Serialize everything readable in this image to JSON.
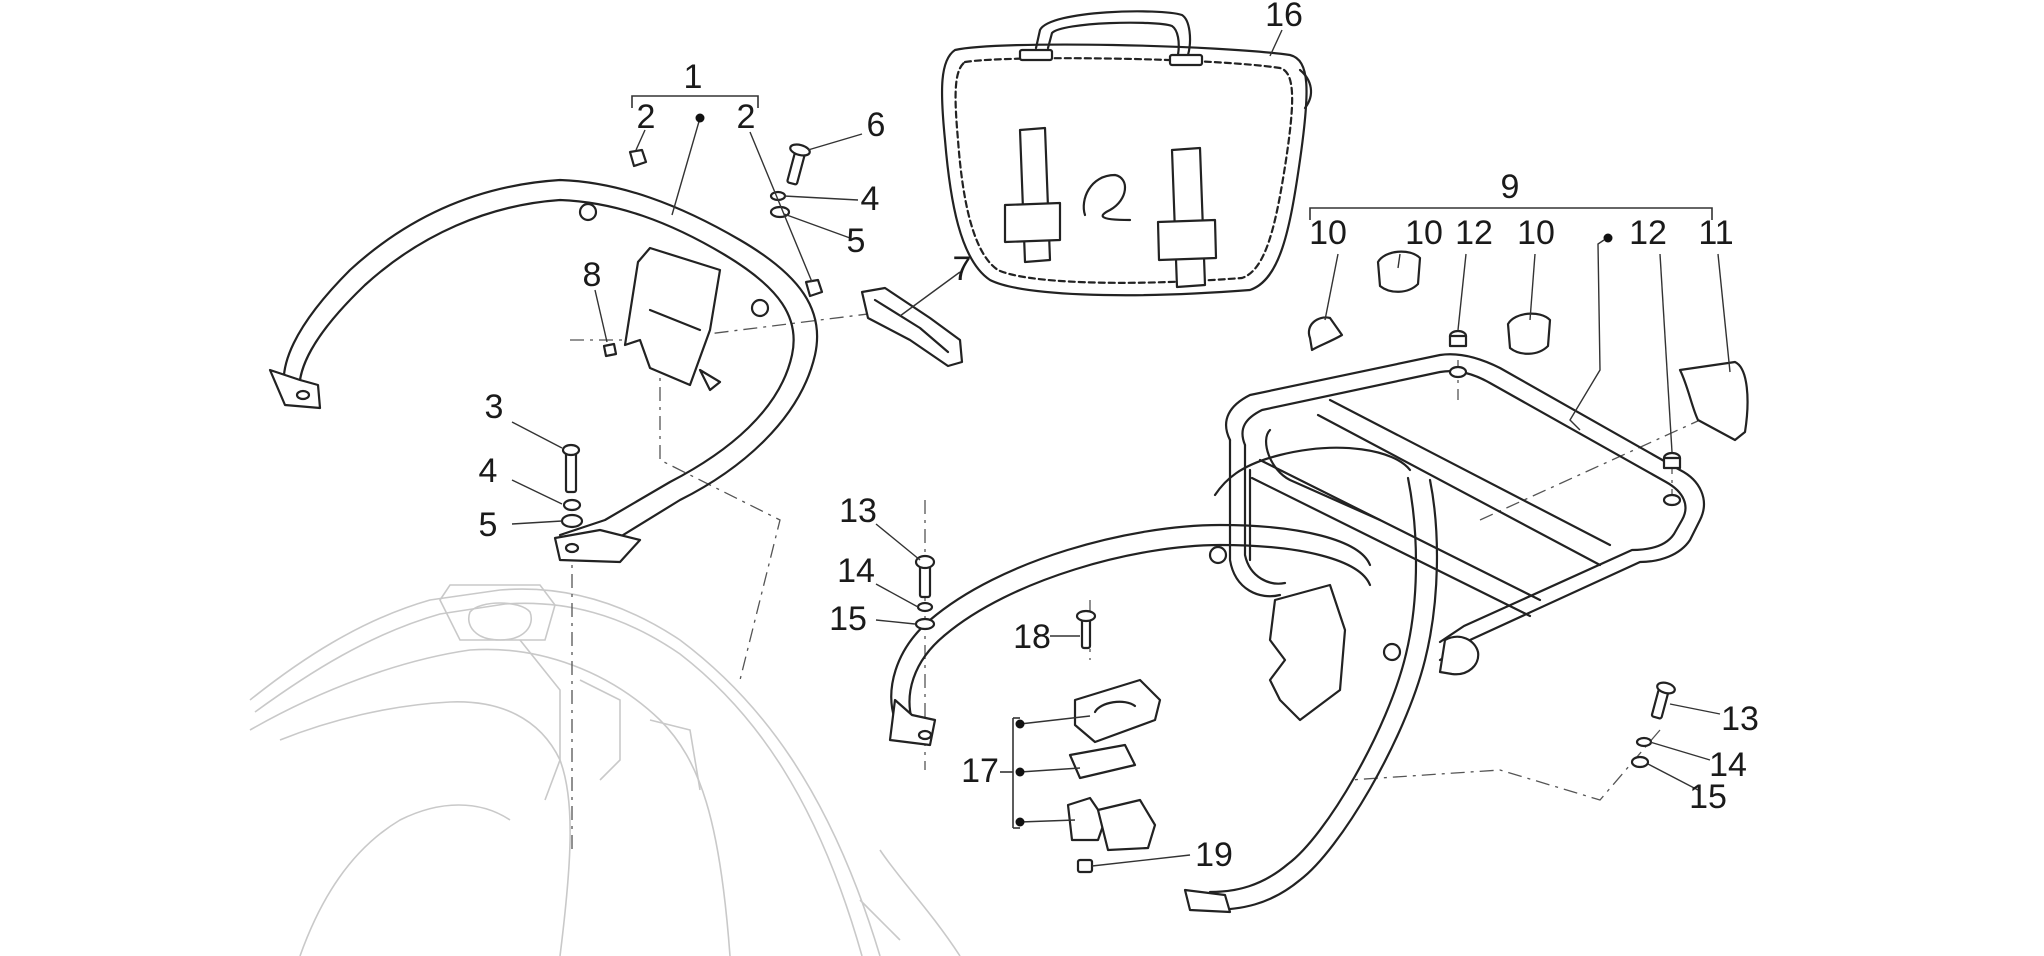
{
  "diagram": {
    "callouts": [
      {
        "id": "c1",
        "label": "1"
      },
      {
        "id": "c2a",
        "label": "2"
      },
      {
        "id": "c2b",
        "label": "2"
      },
      {
        "id": "c3",
        "label": "3"
      },
      {
        "id": "c4a",
        "label": "4"
      },
      {
        "id": "c4b",
        "label": "4"
      },
      {
        "id": "c5a",
        "label": "5"
      },
      {
        "id": "c5b",
        "label": "5"
      },
      {
        "id": "c6",
        "label": "6"
      },
      {
        "id": "c7",
        "label": "7"
      },
      {
        "id": "c8",
        "label": "8"
      },
      {
        "id": "c9",
        "label": "9"
      },
      {
        "id": "c10a",
        "label": "10"
      },
      {
        "id": "c10b",
        "label": "10"
      },
      {
        "id": "c10c",
        "label": "10"
      },
      {
        "id": "c11",
        "label": "11"
      },
      {
        "id": "c12a",
        "label": "12"
      },
      {
        "id": "c12b",
        "label": "12"
      },
      {
        "id": "c13a",
        "label": "13"
      },
      {
        "id": "c13b",
        "label": "13"
      },
      {
        "id": "c14a",
        "label": "14"
      },
      {
        "id": "c14b",
        "label": "14"
      },
      {
        "id": "c15a",
        "label": "15"
      },
      {
        "id": "c15b",
        "label": "15"
      },
      {
        "id": "c16",
        "label": "16"
      },
      {
        "id": "c17",
        "label": "17"
      },
      {
        "id": "c18",
        "label": "18"
      },
      {
        "id": "c19",
        "label": "19"
      }
    ],
    "colors": {
      "line": "#222222",
      "ghost_body": "#c9c9c9",
      "background": "#ffffff"
    }
  }
}
